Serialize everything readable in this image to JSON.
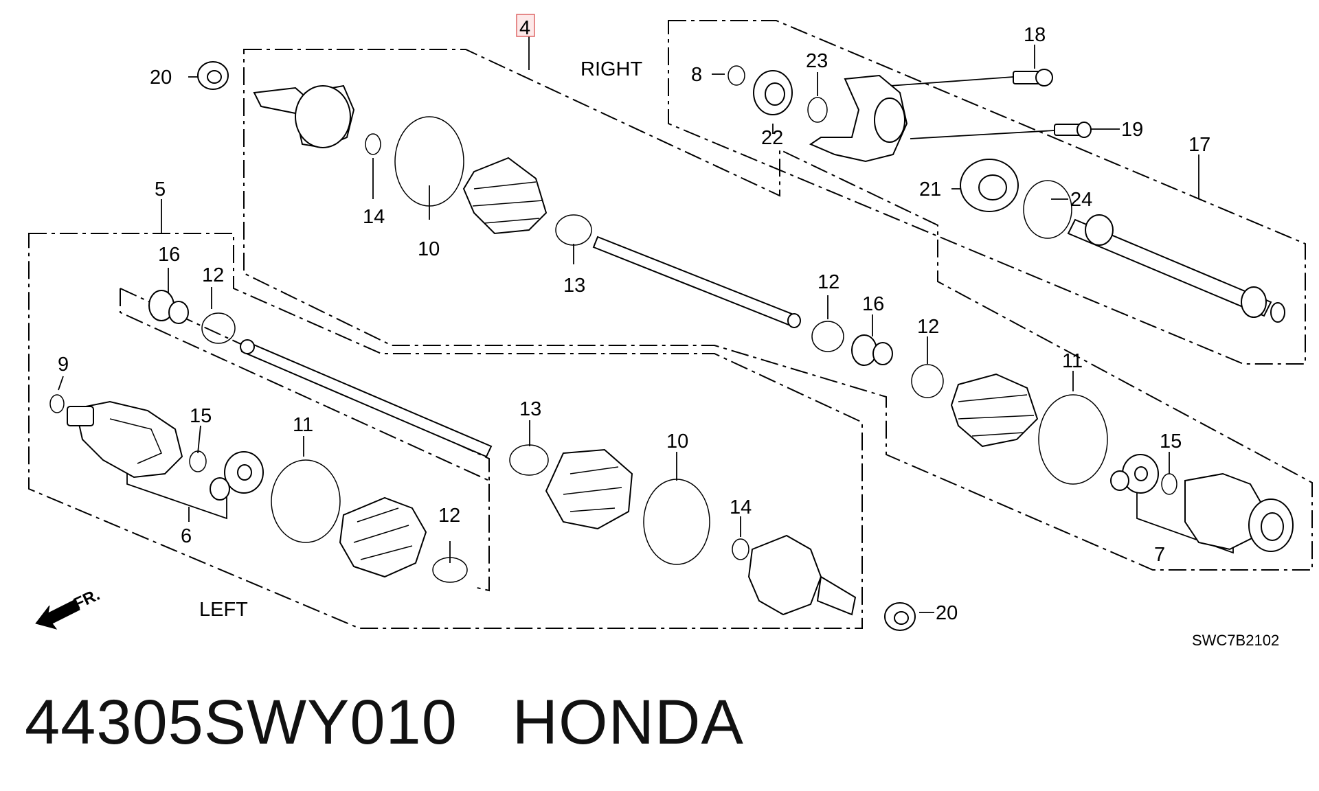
{
  "diagram": {
    "side_labels": {
      "right": "RIGHT",
      "left": "LEFT"
    },
    "front_arrow": "FR.",
    "diagram_code": "SWC7B2102",
    "callouts": {
      "c4": "4",
      "c5": "5",
      "c6": "6",
      "c7": "7",
      "c8": "8",
      "c9": "9",
      "c10a": "10",
      "c10b": "10",
      "c11a": "11",
      "c11b": "11",
      "c12a": "12",
      "c12b": "12",
      "c12c": "12",
      "c12d": "12",
      "c13a": "13",
      "c13b": "13",
      "c14a": "14",
      "c14b": "14",
      "c15a": "15",
      "c15b": "15",
      "c16a": "16",
      "c16b": "16",
      "c17": "17",
      "c18": "18",
      "c19": "19",
      "c20a": "20",
      "c20b": "20",
      "c21": "21",
      "c22": "22",
      "c23": "23",
      "c24": "24"
    }
  },
  "footer": {
    "part_number": "44305SWY010",
    "brand": "HONDA"
  }
}
